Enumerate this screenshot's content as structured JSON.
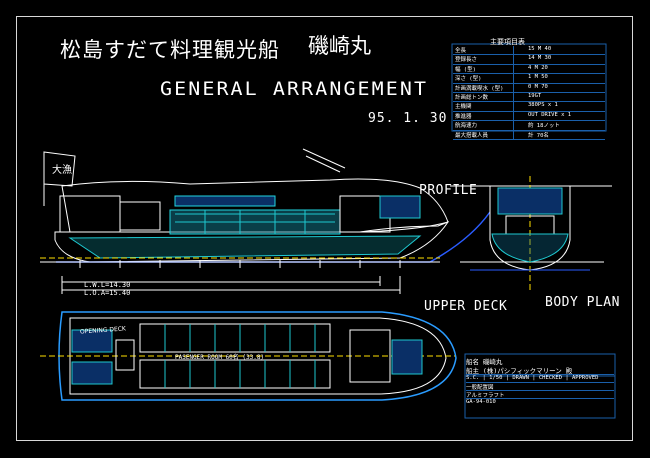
{
  "drawing": {
    "title_jp": "松島すだて料理観光船",
    "ship_name": "磯崎丸",
    "title_en": "GENERAL ARRANGEMENT",
    "date": "95. 1. 30"
  },
  "views": {
    "profile": "PROFILE",
    "upper_deck": "UPPER DECK",
    "body_plan": "BODY PLAN"
  },
  "profile": {
    "flag_text": "大漁",
    "dim_lwl": "L.W.L=14.30",
    "dim_loa": "L.O.A=15.40"
  },
  "upper_deck": {
    "opening_deck": "OPENING DECK",
    "passenger_room": "PASENGER ROOM 60名 (33.8)"
  },
  "spec_table": {
    "title": "主要項目表",
    "rows": [
      [
        "全長",
        "15 M 40"
      ],
      [
        "登録長さ",
        "14 M 30"
      ],
      [
        "幅 (型)",
        "4 M 20"
      ],
      [
        "深さ (型)",
        "1 M 50"
      ],
      [
        "計画満載喫水 (型)",
        "0 M 70"
      ],
      [
        "計画総トン数",
        "19GT"
      ],
      [
        "主機関",
        "380PS x 1"
      ],
      [
        "推進器",
        "OUT DRIVE x 1"
      ],
      [
        "航海速力",
        "約 18ノット"
      ],
      [
        "最大搭載人員",
        "計 70名"
      ]
    ]
  },
  "title_block": {
    "ship": "船名 磯崎丸",
    "owner": "船主 (株)パシフィックマリーン 殿",
    "rows": [
      "S.C. | 1/50 | DRAWN | CHECKED | APPROVED",
      "一般配置図",
      "アルミフラフト",
      "GA-94-010"
    ]
  }
}
